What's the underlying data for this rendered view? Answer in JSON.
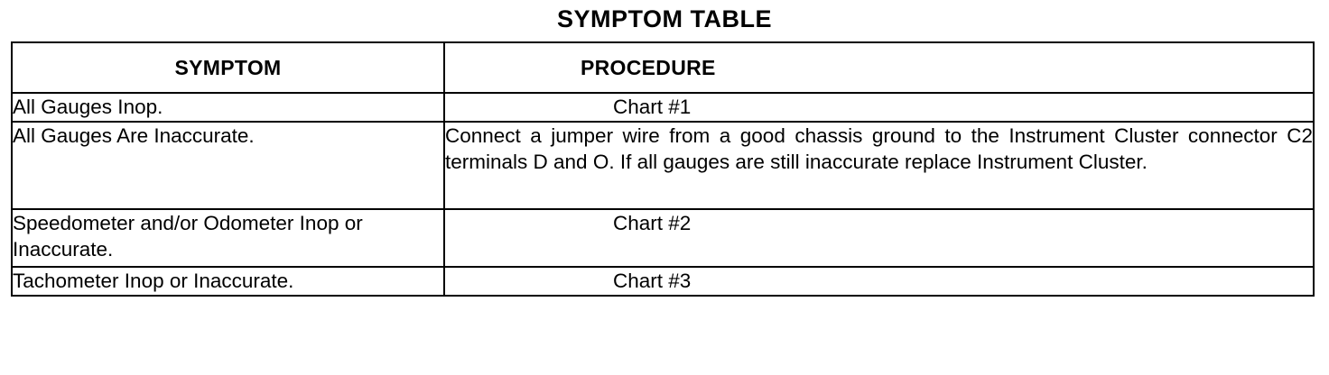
{
  "title": "SYMPTOM TABLE",
  "columns": {
    "symptom": "SYMPTOM",
    "procedure": "PROCEDURE"
  },
  "rows": [
    {
      "symptom": "All Gauges Inop.",
      "procedure": "Chart #1"
    },
    {
      "symptom": "All Gauges Are Inaccurate.",
      "procedure": "Connect a jumper wire from a good chassis ground to the Instrument Cluster connector C2 terminals D and O. If all gauges are still inaccurate replace Instrument Cluster."
    },
    {
      "symptom": "Speedometer and/or Odometer Inop or Inaccurate.",
      "procedure": "Chart #2"
    },
    {
      "symptom": "Tachometer Inop or Inaccurate.",
      "procedure": "Chart #3"
    }
  ]
}
